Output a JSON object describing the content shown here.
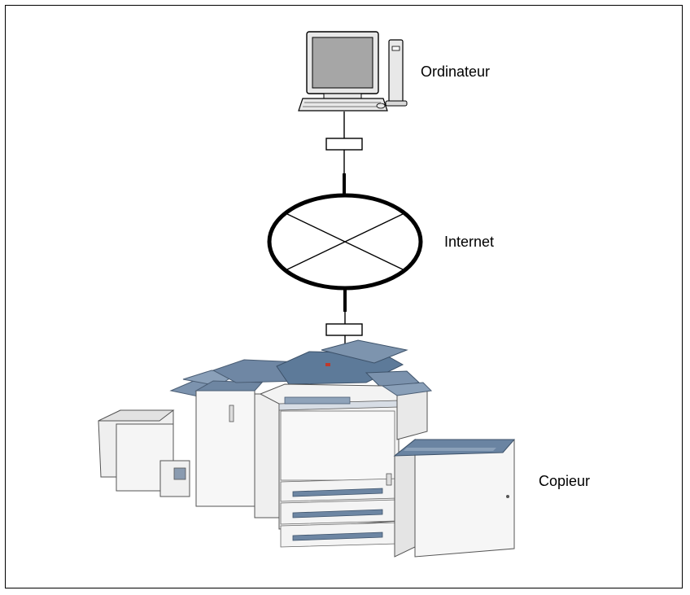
{
  "labels": {
    "computer": "Ordinateur",
    "internet": "Internet",
    "copier": "Copieur"
  },
  "colors": {
    "line": "#000000",
    "machine_blue": "#5d7a99",
    "machine_body": "#f2f2f2",
    "screen": "#a6a6a6"
  },
  "icons": [
    "computer-icon",
    "network-cloud-icon",
    "copier-icon"
  ]
}
